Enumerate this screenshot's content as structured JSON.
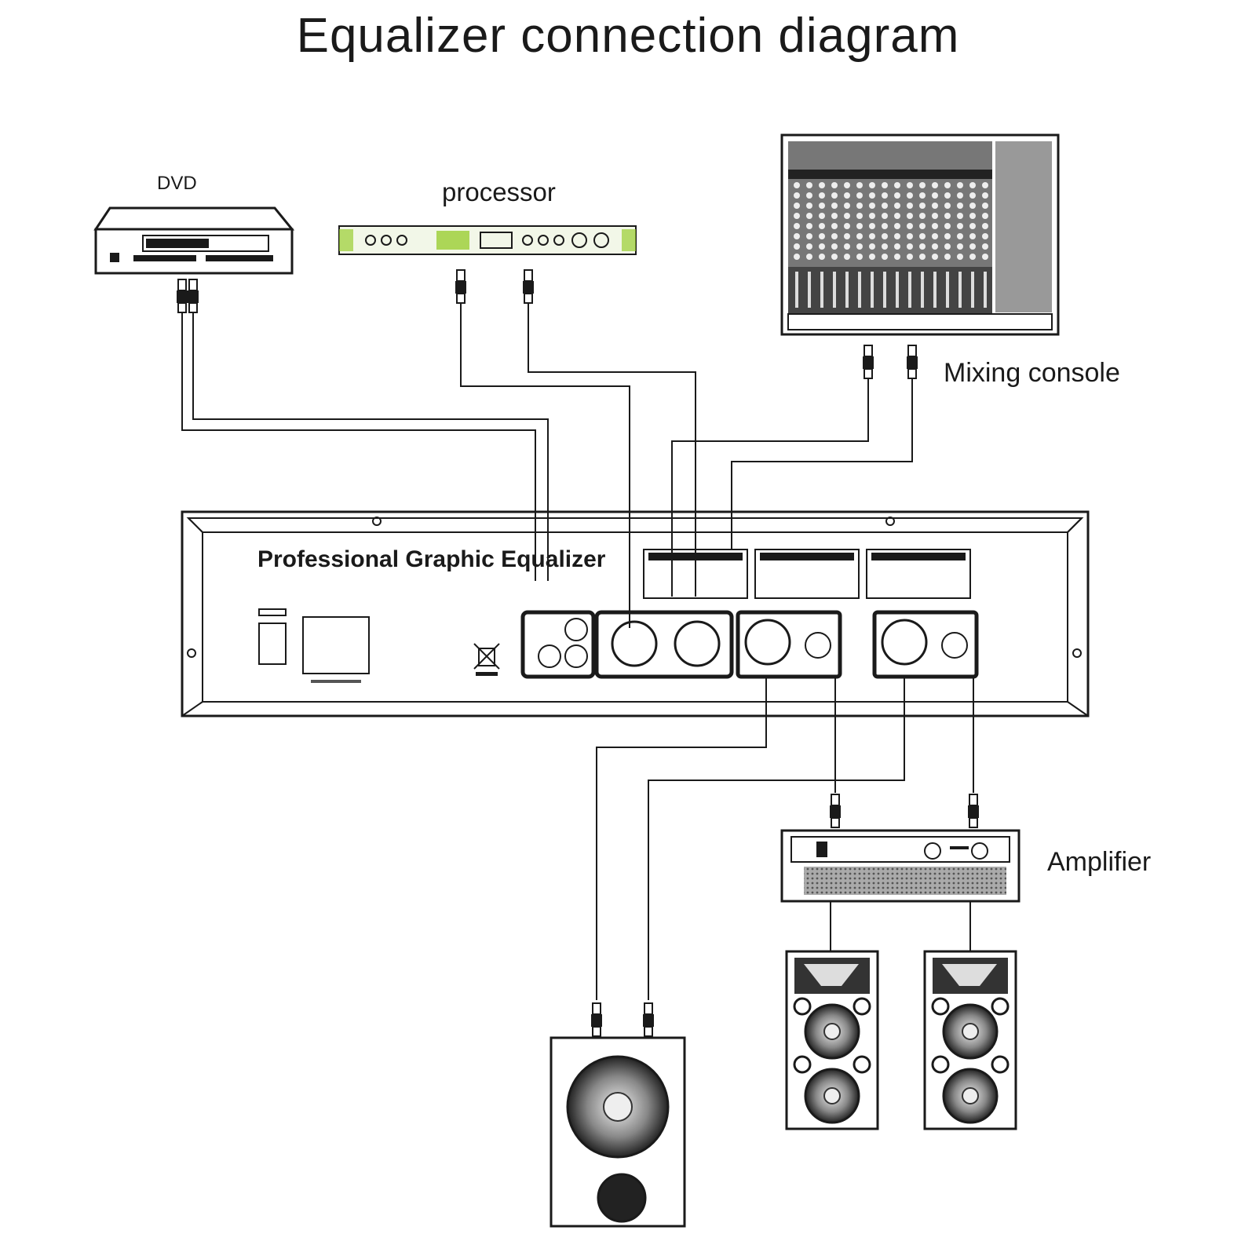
{
  "title": "Equalizer connection diagram",
  "devices": {
    "dvd": "DVD",
    "processor": "processor",
    "mixing_console": "Mixing console",
    "equalizer": "Professional Graphic Equalizer",
    "amplifier": "Amplifier"
  },
  "colors": {
    "line": "#1a1a1a",
    "processor_accent": "#9acd32",
    "background": "#ffffff"
  },
  "icons": [
    "dvd-player-icon",
    "processor-rack-icon",
    "mixing-console-icon",
    "equalizer-rear-panel-icon",
    "amplifier-icon",
    "speaker-icon",
    "rca-plug-icon",
    "recycle-bin-icon"
  ]
}
